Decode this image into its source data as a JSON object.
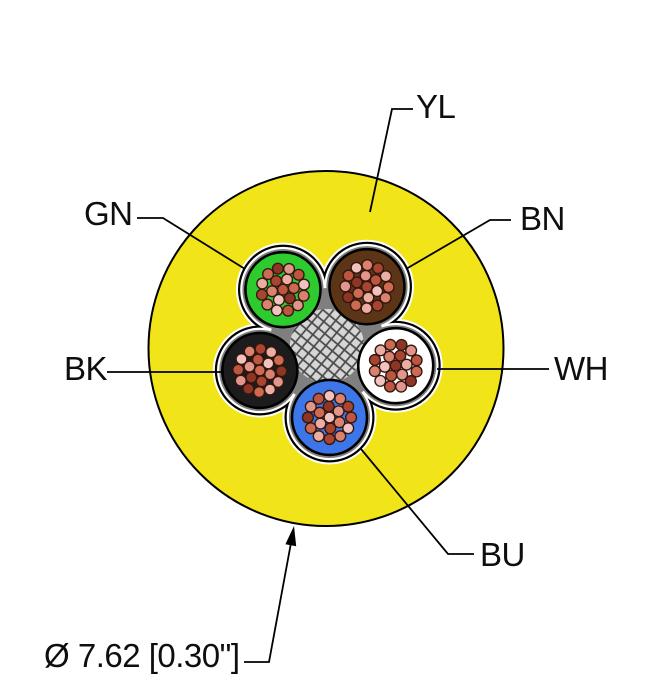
{
  "diagram": {
    "type": "cable-cross-section",
    "jacket": {
      "label": "YL",
      "color_name": "yellow",
      "color": "#F1E419"
    },
    "conductors": [
      {
        "label": "BU",
        "color_name": "blue",
        "color": "#3C76E8",
        "angle_deg": -88
      },
      {
        "label": "WH",
        "color_name": "white",
        "color": "#FFFFFF",
        "angle_deg": -16
      },
      {
        "label": "BN",
        "color_name": "brown",
        "color": "#5C3517",
        "angle_deg": 56
      },
      {
        "label": "GN",
        "color_name": "green",
        "color": "#2DCB2D",
        "angle_deg": 128
      },
      {
        "label": "BK",
        "color_name": "black",
        "color": "#1C1C1C",
        "angle_deg": 200
      }
    ],
    "strands_per_conductor": 19,
    "strand_palette": [
      "#F2C3BE",
      "#ECADA3",
      "#E2958A",
      "#DA8170",
      "#CC6A52",
      "#BC5640",
      "#A74531",
      "#8E3626"
    ],
    "strand_outline": "#33160E",
    "filler": {
      "color": "#D6D6D6",
      "hatch_color": "#4A4A4A"
    },
    "interstice_color": "#7F7F7F",
    "outline_color": "#000000",
    "dimension": {
      "text": "Ø 7.62 [0.30\"]",
      "outer_diameter_mm": 7.62,
      "outer_diameter_in": 0.3
    }
  }
}
